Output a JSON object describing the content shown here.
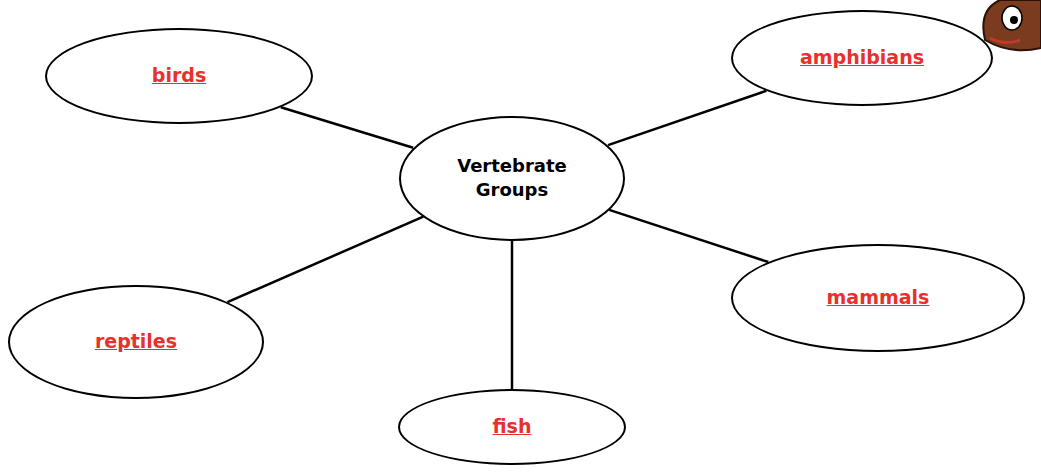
{
  "diagram": {
    "nodes": [
      {
        "text": [
          "birds"
        ]
      },
      {
        "text": [
          "amphibians"
        ]
      },
      {
        "text": [
          "Vertebrate Groups"
        ]
      },
      {
        "text": [
          "mammals"
        ]
      },
      {
        "text": [
          "reptiles"
        ]
      },
      {
        "text": [
          "fish"
        ]
      }
    ],
    "edges": [
      {
        "from": 2,
        "to": 0,
        "arrow": "none"
      },
      {
        "from": 2,
        "to": 1,
        "arrow": "none"
      },
      {
        "from": 2,
        "to": 3,
        "arrow": "none"
      },
      {
        "from": 2,
        "to": 4,
        "arrow": "none"
      },
      {
        "from": 2,
        "to": 5,
        "arrow": "none"
      }
    ]
  }
}
